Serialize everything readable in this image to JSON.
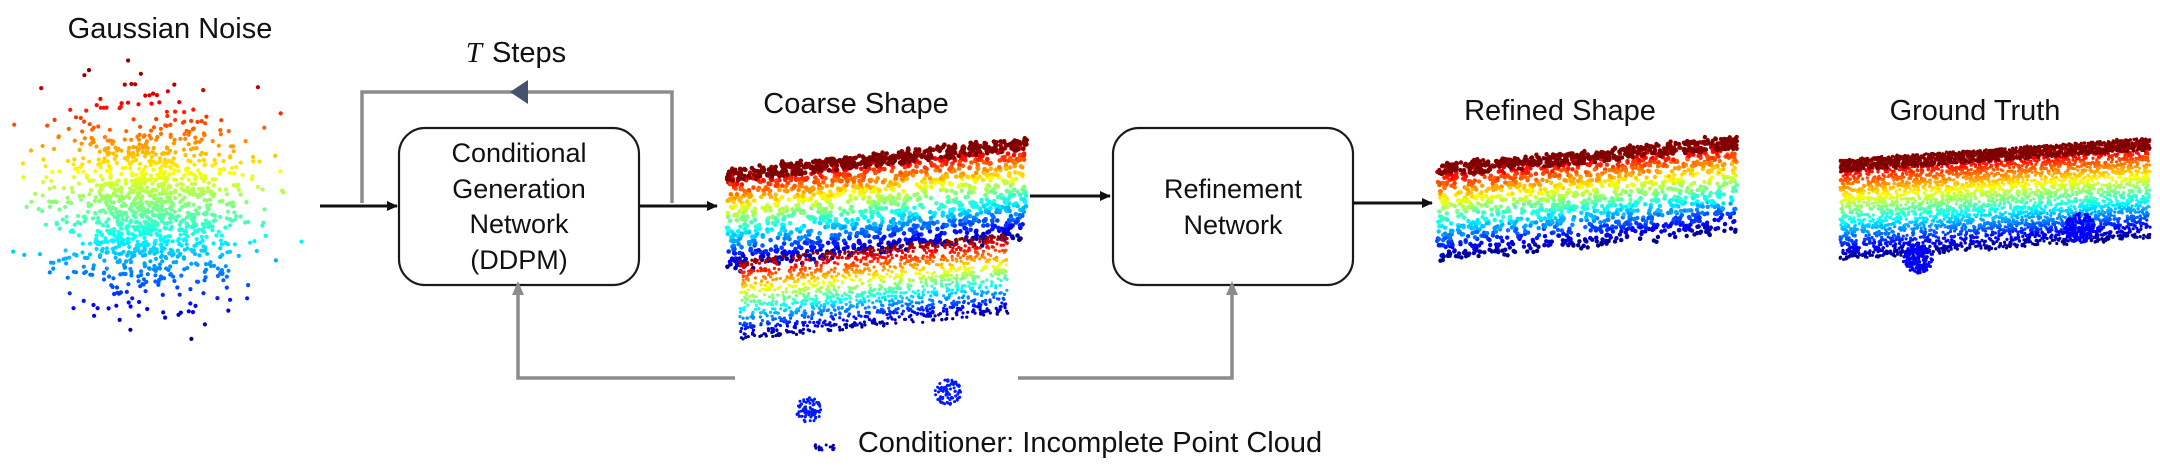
{
  "labels": {
    "gaussian_noise": "Gaussian Noise",
    "t_symbol": "T",
    "steps": "Steps",
    "coarse_shape": "Coarse Shape",
    "refined_shape": "Refined Shape",
    "ground_truth": "Ground Truth",
    "conditioner": "Conditioner: Incomplete Point Cloud"
  },
  "boxes": {
    "conditional_generation": [
      "Conditional",
      "Generation",
      "Network",
      "(DDPM)"
    ],
    "refinement": [
      "Refinement",
      "Network"
    ]
  },
  "colors": {
    "feedback_line": "#8c8c8c",
    "main_arrow": "#111111",
    "loop_arrowhead": "#44546a",
    "box_stroke": "#1a1a1a"
  },
  "icons": {
    "point_cloud": "jet-colored-point-cloud"
  }
}
